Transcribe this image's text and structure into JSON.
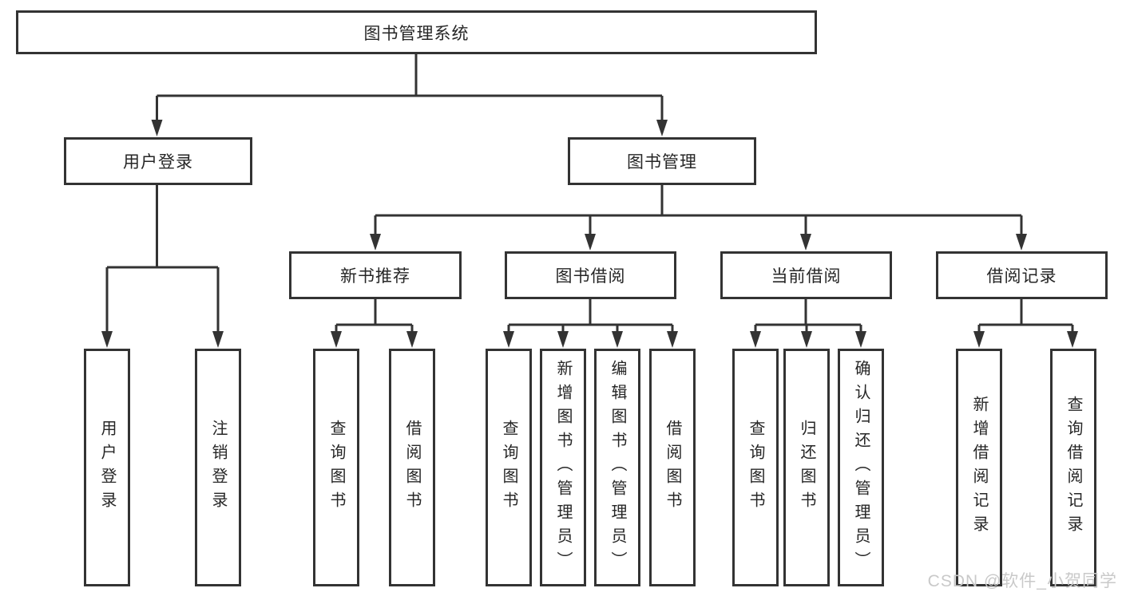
{
  "diagram": {
    "root": "图书管理系统",
    "nodes": {
      "user_login": "用户登录",
      "book_mgmt": "图书管理",
      "new_books": "新书推荐",
      "book_borrow": "图书借阅",
      "current_borrow": "当前借阅",
      "borrow_records": "借阅记录",
      "leaf_user_login": "用户登录",
      "leaf_logout": "注销登录",
      "leaf_nb_query": "查询图书",
      "leaf_nb_borrow": "借阅图书",
      "leaf_bb_query": "查询图书",
      "leaf_bb_add": "新增图书（管理员）",
      "leaf_bb_edit": "编辑图书（管理员）",
      "leaf_bb_borrow": "借阅图书",
      "leaf_cb_query": "查询图书",
      "leaf_cb_return": "归还图书",
      "leaf_cb_confirm": "确认归还（管理员）",
      "leaf_br_add": "新增借阅记录",
      "leaf_br_query": "查询借阅记录"
    },
    "watermark": "CSDN @软件_小贺同学",
    "colors": {
      "line": "#333333",
      "text": "#262626",
      "watermark": "#c9c9c9",
      "background": "#ffffff"
    }
  }
}
